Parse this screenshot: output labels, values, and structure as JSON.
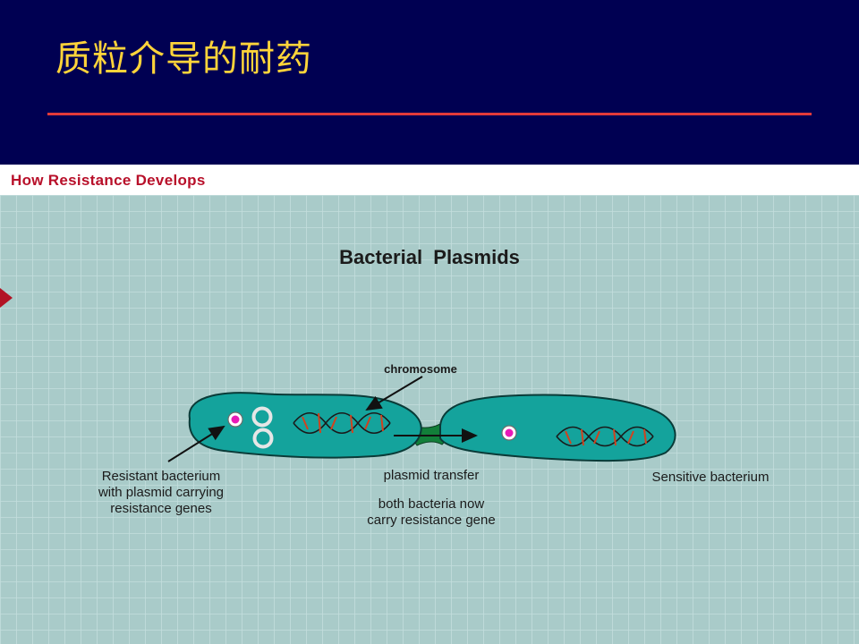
{
  "slide": {
    "title": "质粒介导的耐药"
  },
  "panel": {
    "title": "How Resistance Develops"
  },
  "diagram": {
    "heading": "Bacterial  Plasmids",
    "labels": {
      "chromosome": "chromosome",
      "resistant_line1": "Resistant bacterium",
      "resistant_line2": "with plasmid carrying",
      "resistant_line3": "resistance genes",
      "transfer": "plasmid transfer",
      "both_line1": "both bacteria now",
      "both_line2": "carry resistance gene",
      "sensitive": "Sensitive bacterium"
    },
    "colors": {
      "header_bg": "#000052",
      "title_text": "#ffd43a",
      "title_rule": "#e23a3a",
      "panel_title": "#b8102a",
      "grid_bg": "#a9cbc9",
      "grid_line": "#c4dedd",
      "cell_fill": "#14a39c",
      "pilus_fill": "#127f3a",
      "plasmid_core": "#e81ab8",
      "dna_strand": "#1a1a1a",
      "dna_marker": "#d2421e",
      "side_arrow": "#b21324"
    }
  }
}
